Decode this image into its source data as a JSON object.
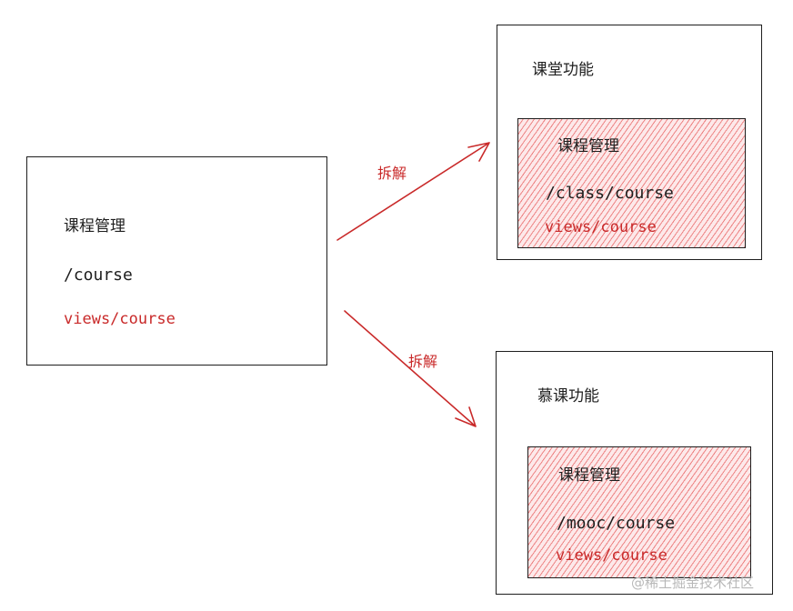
{
  "source": {
    "title": "课程管理",
    "route": "/course",
    "view": "views/course"
  },
  "arrows": {
    "top_label": "拆解",
    "bottom_label": "拆解"
  },
  "class_feature": {
    "title": "课堂功能",
    "inner": {
      "title": "课程管理",
      "route": "/class/course",
      "view": "views/course"
    }
  },
  "mooc_feature": {
    "title": "慕课功能",
    "inner": {
      "title": "课程管理",
      "route": "/mooc/course",
      "view": "views/course"
    }
  },
  "colors": {
    "stroke": "#1e1e1e",
    "accent_red": "#c92a2a",
    "hatch_red": "#e03131"
  },
  "watermark": "@稀土掘金技术社区"
}
